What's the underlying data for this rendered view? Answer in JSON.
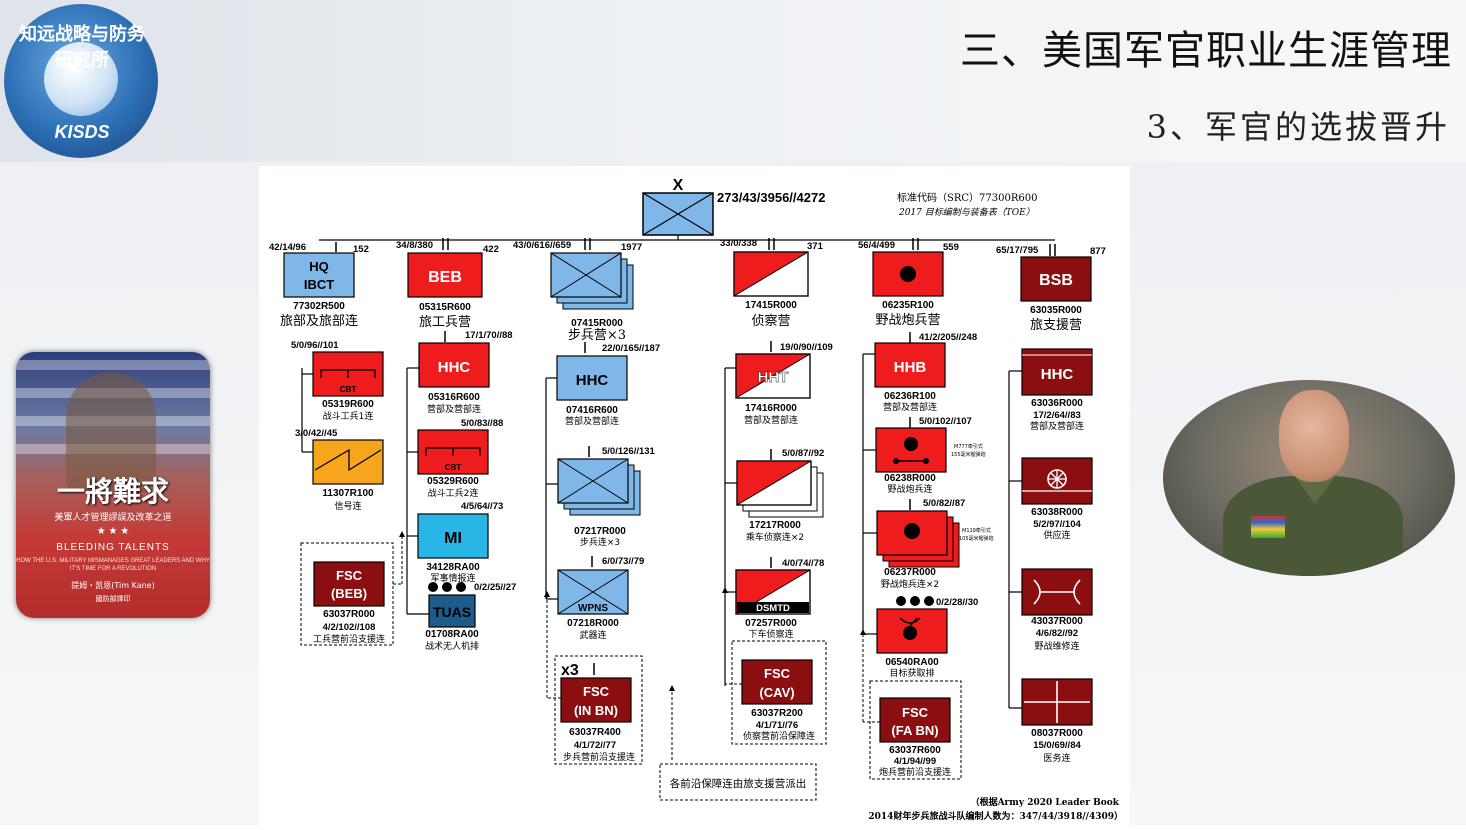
{
  "title": "三、美国军官职业生涯管理",
  "subtitle": "3、军官的选拔晋升",
  "logo": {
    "cn": "知远战略与防务研究所",
    "en": "KISDS"
  },
  "chart": {
    "top": {
      "symbol": "X",
      "numbers": "273/43/3956//4272"
    },
    "src_note": "标准代码（SRC）77300R600",
    "toe_note": "2017 目标编制与装备表（TOE）",
    "units": {
      "hq": {
        "nums": "42/14/96",
        "strength": "152",
        "label": "HQ\nIBCT",
        "code": "77302R500",
        "name": "旅部及旅部连"
      },
      "beb": {
        "nums": "34/8/380",
        "strength": "422",
        "label": "BEB",
        "code": "05315R600",
        "name": "旅工兵营"
      },
      "inf": {
        "nums": "43/0/616//659",
        "strength": "1977",
        "code": "07415R000",
        "name": "步兵营×3"
      },
      "cav": {
        "nums": "33/0/338",
        "strength": "371",
        "code": "17415R000",
        "name": "侦察营"
      },
      "fa": {
        "nums": "56/4/499",
        "strength": "559",
        "code": "06235R100",
        "name": "野战炮兵营"
      },
      "bsb": {
        "nums": "65/17/795",
        "strength": "877",
        "label": "BSB",
        "code": "63035R000",
        "name": "旅支援营"
      }
    },
    "col_hq": [
      {
        "nums": "5/0/96//101",
        "label": "CBT",
        "code": "05319R600",
        "name": "战斗工兵1连"
      },
      {
        "nums": "3/0/42//45",
        "code": "11307R100",
        "name": "信号连"
      },
      {
        "label": "FSC\n(BEB)",
        "code": "63037R000",
        "extra": "4/2/102//108",
        "name": "工兵营前沿支援连"
      }
    ],
    "col_beb": [
      {
        "nums": "17/1/70//88",
        "label": "HHC",
        "code": "05316R600",
        "name": "营部及营部连"
      },
      {
        "nums": "5/0/83//88",
        "label": "CBT",
        "code": "05329R600",
        "name": "战斗工兵2连"
      },
      {
        "nums": "4/5/64//73",
        "label": "MI",
        "code": "34128RA00",
        "name": "军事情报连"
      },
      {
        "nums": "0/2/25//27",
        "label": "TUAS",
        "code": "01708RA00",
        "name": "战术无人机排"
      }
    ],
    "col_inf": [
      {
        "nums": "22/0/165//187",
        "label": "HHC",
        "code": "07416R600",
        "name": "营部及营部连"
      },
      {
        "nums": "5/0/126//131",
        "code": "07217R000",
        "name": "步兵连×3"
      },
      {
        "nums": "6/0/73//79",
        "label": "WPNS",
        "code": "07218R000",
        "name": "武器连"
      },
      {
        "mult": "x3",
        "label": "FSC\n(IN BN)",
        "code": "63037R400",
        "extra": "4/1/72//77",
        "name": "步兵营前沿支援连"
      }
    ],
    "col_cav": [
      {
        "nums": "19/0/90//109",
        "label": "HHT",
        "code": "17416R000",
        "name": "营部及营部连"
      },
      {
        "nums": "5/0/87//92",
        "code": "17217R000",
        "name": "乘车侦察连×2"
      },
      {
        "nums": "4/0/74//78",
        "label": "DSMTD",
        "code": "07257R000",
        "name": "下车侦察连"
      },
      {
        "label": "FSC\n(CAV)",
        "code": "63037R200",
        "extra": "4/1/71//76",
        "name": "侦察营前沿保障连"
      }
    ],
    "col_fa": [
      {
        "nums": "41/2/205//248",
        "label": "HHB",
        "code": "06236R100",
        "name": "营部及营部连"
      },
      {
        "nums": "5/0/102//107",
        "note": "M777牵引式\n155毫米榴弹炮",
        "code": "06238R000",
        "name": "野战炮兵连"
      },
      {
        "nums": "5/0/82//87",
        "note": "M119牵引式\n105毫米榴弹炮",
        "code": "06237R000",
        "name": "野战炮兵连×2"
      },
      {
        "nums": "0/2/28//30",
        "code": "06540RA00",
        "name": "目标获取排"
      },
      {
        "label": "FSC\n(FA BN)",
        "code": "63037R600",
        "extra": "4/1/94//99",
        "name": "炮兵营前沿支援连"
      }
    ],
    "col_bsb": [
      {
        "label": "HHC",
        "code": "63036R000",
        "extra": "17/2/64//83",
        "name": "营部及营部连"
      },
      {
        "code": "63038R000",
        "extra": "5/2/97//104",
        "name": "供应连"
      },
      {
        "code": "43037R000",
        "extra": "4/6/82//92",
        "name": "野战维修连"
      },
      {
        "code": "08037R000",
        "extra": "15/0/69//84",
        "name": "医务连"
      }
    ],
    "note_fsc": "各前沿保障连由旅支援营派出",
    "source_1": "（根据Army 2020 Leader Book",
    "source_2": "2014财年步兵旅战斗队编制人数为：347/44/3918//4309）",
    "colors": {
      "red": "#ee1c1c",
      "maroon": "#8b0f10",
      "blue": "#7fb8e8",
      "orange": "#f7a51c",
      "cyan": "#29b6e6",
      "navy": "#1f5a8c"
    }
  },
  "book": {
    "title": "一將難求",
    "subtitle": "美軍人才管理謬誤及改革之道",
    "en_title": "BLEEDING TALENTS",
    "en_subtitle": "HOW THE U.S. MILITARY MISMANAGES GREAT LEADERS AND WHY IT'S TIME FOR A REVOLUTION",
    "author": "提姆・凯恩(Tim Kane)",
    "publisher": "國防部譯印"
  },
  "photo": {
    "subject": "officer-portrait"
  }
}
